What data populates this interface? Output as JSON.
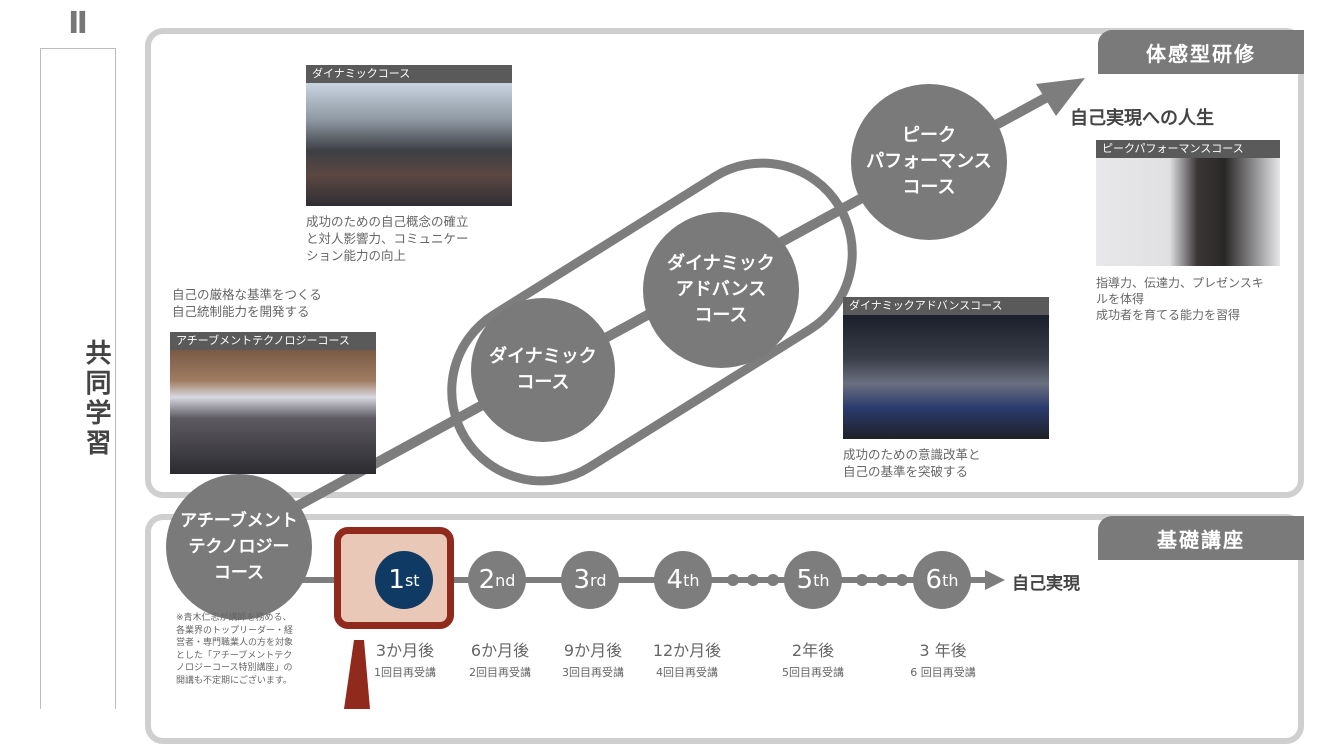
{
  "side": {
    "roman": "Ⅱ",
    "title": "共同学習"
  },
  "top_panel": {
    "tag": "体感型研修",
    "goal": "自己実現への人生"
  },
  "bottom_panel": {
    "tag": "基礎講座",
    "goal": "自己実現"
  },
  "photos": [
    {
      "caption": "ダイナミックコース",
      "desc": [
        "成功のための自己概念の確立",
        "と対人影響力、コミュニケー",
        "ション能力の向上"
      ]
    },
    {
      "caption": "アチーブメントテクノロジーコース",
      "desc_above": [
        "自己の厳格な基準をつくる",
        "自己統制能力を開発する"
      ]
    },
    {
      "caption": "ダイナミックアドバンスコース",
      "desc": [
        "成功のための意識改革と",
        "自己の基準を突破する"
      ]
    },
    {
      "caption": "ピークパフォーマンスコース",
      "desc": [
        "指導力、伝達力、プレゼンスキ",
        "ルを体得",
        "成功者を育てる能力を習得"
      ]
    }
  ],
  "courses": {
    "achievement": "アチーブメント\nテクノロジー\nコース",
    "dynamic": "ダイナミック\nコース",
    "advance": "ダイナミック\nアドバンス\nコース",
    "peak": "ピーク\nパフォーマンス\nコース"
  },
  "steps": [
    {
      "num": "1",
      "suffix": "st",
      "time": "3か月後",
      "sub": "1回目再受講"
    },
    {
      "num": "2",
      "suffix": "nd",
      "time": "6か月後",
      "sub": "2回目再受講"
    },
    {
      "num": "3",
      "suffix": "rd",
      "time": "9か月後",
      "sub": "3回目再受講"
    },
    {
      "num": "4",
      "suffix": "th",
      "time": "12か月後",
      "sub": "4回目再受講"
    },
    {
      "num": "5",
      "suffix": "th",
      "time": "2年後",
      "sub": "5回目再受講"
    },
    {
      "num": "6",
      "suffix": "th",
      "time": "3 年後",
      "sub": "6 回目再受講"
    }
  ],
  "note": [
    "※青木仁志が講師を務める、",
    "各業界のトップリーダー・経",
    "営者・専門職業人の方を対象",
    "とした「アチーブメントテク",
    "ノロジーコース特別講座」の",
    "開講も不定期にございます。"
  ],
  "colors": {
    "accent_step": "#0e3a63",
    "highlight_fill": "#e9c8b8",
    "highlight_border": "#8f2a1c",
    "circle": "#7a7a7a",
    "panel_border": "#cfcfcf"
  }
}
